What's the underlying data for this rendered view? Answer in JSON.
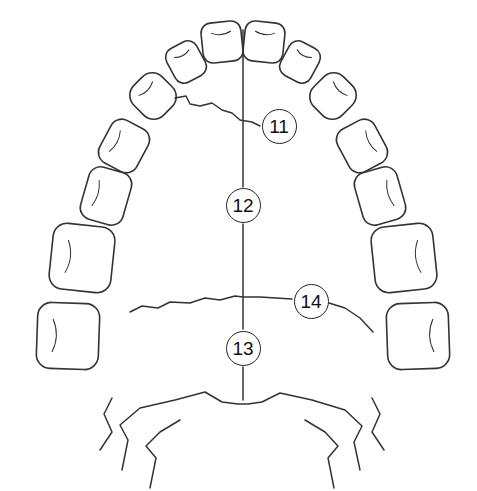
{
  "diagram": {
    "nodes": [
      {
        "text": [
          "11"
        ]
      },
      {
        "text": [
          "12"
        ]
      },
      {
        "text": [
          "13"
        ]
      },
      {
        "text": [
          "14"
        ]
      }
    ]
  }
}
